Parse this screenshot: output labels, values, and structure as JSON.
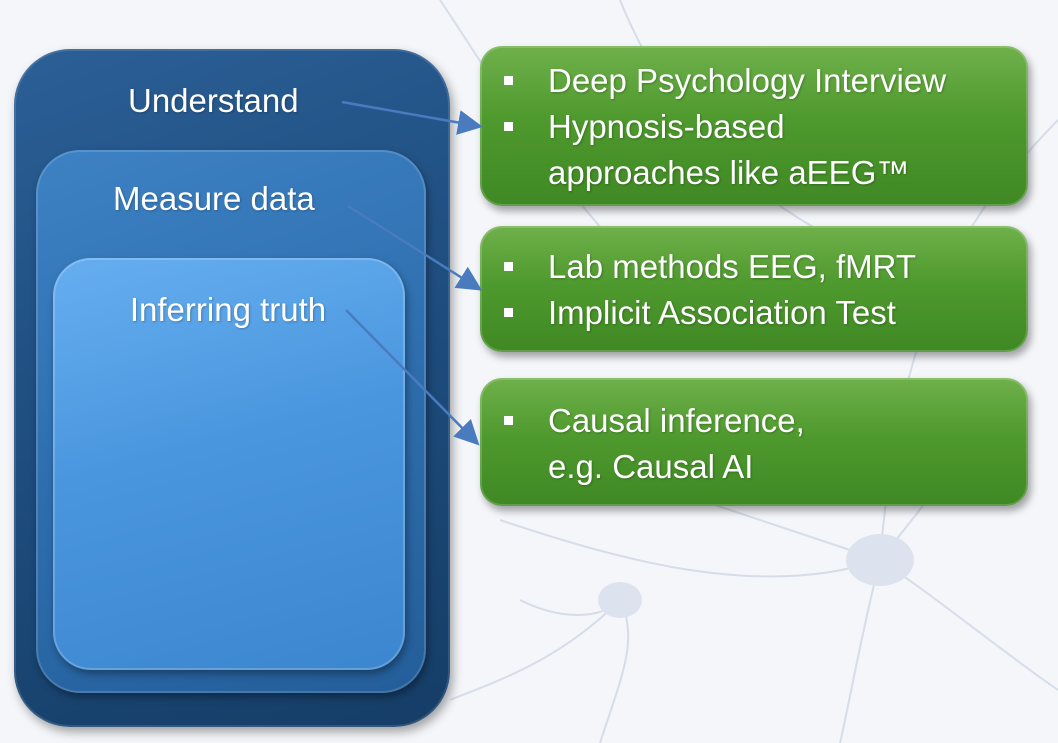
{
  "levels": {
    "understand": "Understand",
    "measure": "Measure data",
    "inferring": "Inferring truth"
  },
  "methods": {
    "understand": [
      "Deep Psychology Interview",
      "Hypnosis-based\napproaches like aEEG™"
    ],
    "measure": [
      "Lab methods EEG, fMRT",
      "Implicit Association Test"
    ],
    "infer": [
      "Causal inference,\ne.g. Causal AI"
    ]
  },
  "colors": {
    "outer_box": "#1f4e80",
    "mid_box": "#2e6eae",
    "inner_box": "#4a96de",
    "method_box": "#4f9a2e",
    "arrow": "#4a7bbf",
    "text": "#ffffff"
  },
  "icons": {
    "bullet": "square-bullet-icon",
    "arrow": "arrow-right-icon"
  }
}
